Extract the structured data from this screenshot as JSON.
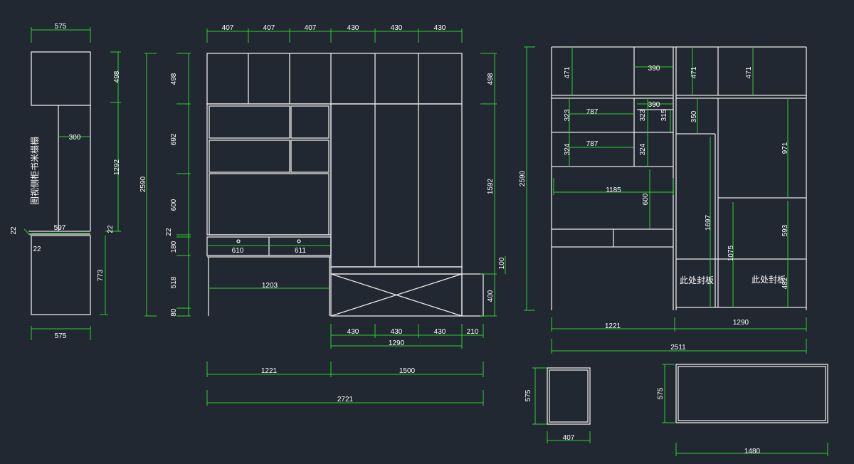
{
  "colors": {
    "background": "#222831",
    "lines": "#e8e8e8",
    "dimensions": "#2bd12b",
    "text": "#ffffff"
  },
  "dims": {
    "side_w_top": "575",
    "side_h_top": "498",
    "side_h_mid": "1292",
    "side_h_full": "2590",
    "side_inner": "300",
    "side_desk_w": "597",
    "side_t1": "22",
    "side_t2": "22",
    "side_t3": "22",
    "side_h_bottom": "773",
    "side_w_bottom": "575",
    "f_w1": "407",
    "f_w2": "407",
    "f_w3": "407",
    "f_w4": "430",
    "f_w5": "430",
    "f_w6": "430",
    "f_h_top": "498",
    "f_h_692": "692",
    "f_h_600": "600",
    "f_h_22": "22",
    "f_h_180": "180",
    "f_h_518": "518",
    "f_h_80": "80",
    "f_h_right_top": "498",
    "f_h_right_mid": "1592",
    "f_h_100": "100",
    "f_h_400": "400",
    "f_drawer1": "610",
    "f_drawer2": "611",
    "f_desk": "1203",
    "f_b430a": "430",
    "f_b430b": "430",
    "f_b430c": "430",
    "f_b210": "210",
    "f_b1290": "1290",
    "f_1221": "1221",
    "f_1500": "1500",
    "f_2721": "2721",
    "b_h_full": "2590",
    "b_471a": "471",
    "b_390a": "390",
    "b_471b": "471",
    "b_471c": "471",
    "b_323a": "323",
    "b_787a": "787",
    "b_323b": "323",
    "b_390b": "390",
    "b_315": "315",
    "b_350": "350",
    "b_324a": "324",
    "b_787b": "787",
    "b_324b": "324",
    "b_971": "971",
    "b_1185": "1185",
    "b_600": "600",
    "b_1697": "1697",
    "b_1075": "1075",
    "b_593": "593",
    "b_482": "482",
    "b_1221": "1221",
    "b_1290": "1290",
    "b_2511": "2511",
    "p1_h": "575",
    "p1_w": "407",
    "p2_h": "575",
    "p2_w": "1480"
  },
  "labels": {
    "side_view": "图视侧柜书米榻榻",
    "seal1": "此处封板",
    "seal2": "此处封板"
  }
}
